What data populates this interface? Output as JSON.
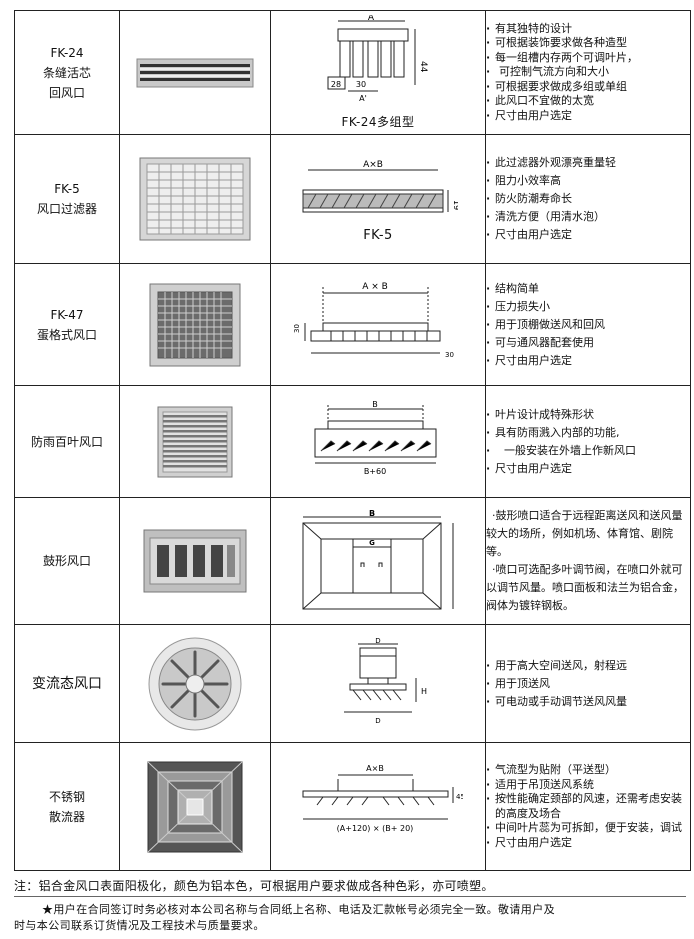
{
  "products": [
    {
      "name_lines": [
        "FK-24",
        "条缝活芯",
        "回风口"
      ],
      "photo_icon": "linear-slot-diffuser-photo",
      "drawing_icon": "fk24-section-drawing",
      "drawing_labels": {
        "a": "A",
        "a_prime": "A'",
        "d28": "28",
        "d30": "30",
        "d44": "44"
      },
      "drawing_caption": "FK-24多组型",
      "features": [
        "有其独特的设计",
        "可根据装饰要求做各种造型",
        "每一组槽内存两个可调叶片，",
        "可控制气流方向和大小",
        "可根据要求做成多组或单组",
        "此风口不宜做的太宽",
        "尺寸由用户选定"
      ]
    },
    {
      "name_lines": [
        "FK-5",
        "风口过滤器"
      ],
      "photo_icon": "filter-grille-photo",
      "drawing_icon": "fk5-filter-section-drawing",
      "drawing_labels": {
        "axb": "A×B",
        "d19": "19"
      },
      "drawing_caption": "FK-5",
      "features": [
        "此过滤器外观漂亮重量轻",
        "阻力小效率高",
        "防火防潮寿命长",
        "清洗方便（用清水泡）",
        "尺寸由用户选定"
      ]
    },
    {
      "name_lines": [
        "FK-47",
        "蛋格式风口"
      ],
      "photo_icon": "eggcrate-grille-photo",
      "drawing_icon": "fk47-section-drawing",
      "drawing_labels": {
        "axb": "A × B",
        "d30": "30",
        "d30b": "30"
      },
      "features": [
        "结构简单",
        "压力损失小",
        "用于顶棚做送风和回风",
        "可与通风器配套使用",
        "尺寸由用户选定"
      ]
    },
    {
      "name_lines": [
        "防雨百叶风口"
      ],
      "photo_icon": "rainproof-louver-photo",
      "drawing_icon": "louver-section-drawing",
      "drawing_labels": {
        "b": "B",
        "b60": "B+60"
      },
      "features": [
        "叶片设计成特殊形状",
        "具有防雨溅入内部的功能,",
        "一般安装在外墙上作新风口",
        "尺寸由用户选定"
      ]
    },
    {
      "name_lines": [
        "鼓形风口"
      ],
      "photo_icon": "drum-diffuser-photo",
      "drawing_icon": "drum-diffuser-front-drawing",
      "drawing_labels": {
        "b": "B",
        "g": "G"
      },
      "features_paragraphs": [
        "·鼓形喷口适合于远程距离送风和送风量较大的场所，例如机场、体育馆、剧院等。",
        "·喷口可选配多叶调节阀，在喷口外就可以调节风量。喷口面板和法兰为铝合金，阀体为镀锌钢板。"
      ]
    },
    {
      "name_lines": [
        "变流态风口"
      ],
      "photo_icon": "swirl-diffuser-photo",
      "drawing_icon": "swirl-diffuser-section-drawing",
      "drawing_labels": {
        "d": "D",
        "h": "H",
        "d_bottom": "D"
      },
      "features": [
        "用于高大空间送风，射程远",
        "用于顶送风",
        "可电动或手动调节送风风量"
      ]
    },
    {
      "name_lines": [
        "不锈钢",
        "散流器"
      ],
      "photo_icon": "square-ceiling-diffuser-photo",
      "drawing_icon": "square-diffuser-section-drawing",
      "drawing_labels": {
        "axb": "A×B",
        "bottom": "(A+120) × (B+ 20)",
        "side": "45"
      },
      "features": [
        "气流型为贴附（平送型）",
        "适用于吊顶送风系统",
        "按性能确定颈部的风速，还需考虑安装的高度及场合",
        "中间叶片蕊为可拆卸，便于安装，调试",
        "尺寸由用户选定"
      ]
    }
  ],
  "note": "注：铝合金风口表面阳极化，颜色为铝本色，可根据用户要求做成各种色彩，亦可喷塑。",
  "footer": {
    "line1": "★用户在合同签订时务必核对本公司名称与合同纸上名称、电话及汇款帐号必须完全一致。敬请用户及",
    "line2": "时与本公司联系订货情况及工程技术与质量要求。"
  }
}
